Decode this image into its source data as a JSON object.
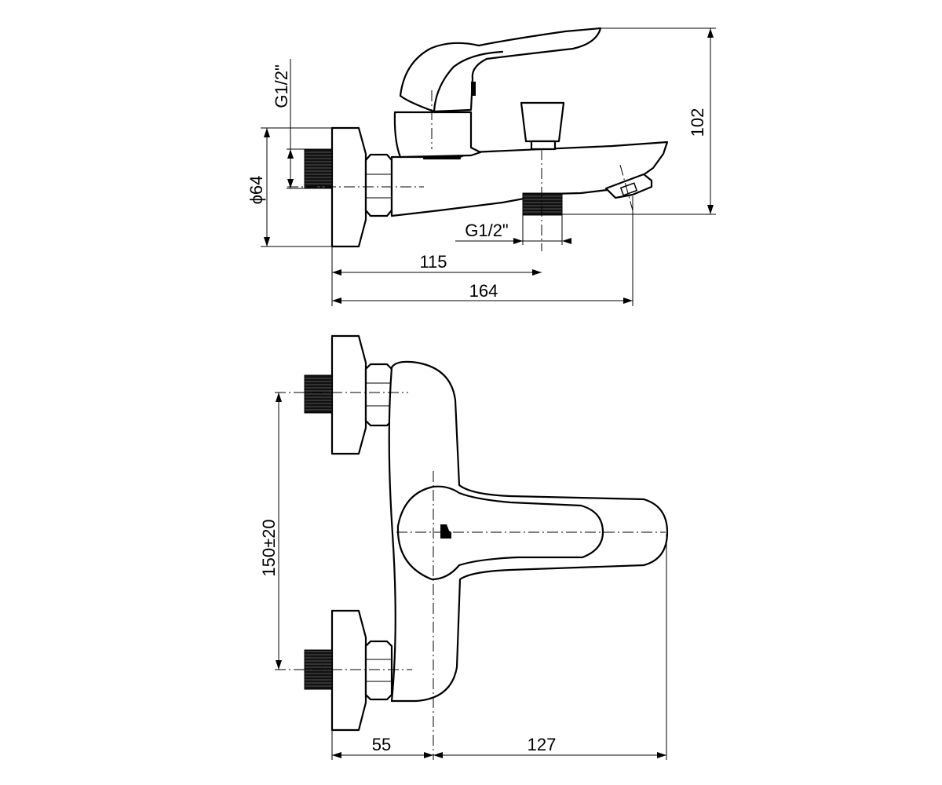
{
  "dimensions": {
    "side_view": {
      "inlet_thread": "G1/2\"",
      "outlet_thread": "G1/2\"",
      "flange_diameter": "ϕ64",
      "height": "102",
      "to_outlet": "115",
      "overall_length": "164"
    },
    "top_view": {
      "inlet_spacing": "150±20",
      "wall_to_axis": "55",
      "axis_to_lever_tip": "127"
    }
  }
}
